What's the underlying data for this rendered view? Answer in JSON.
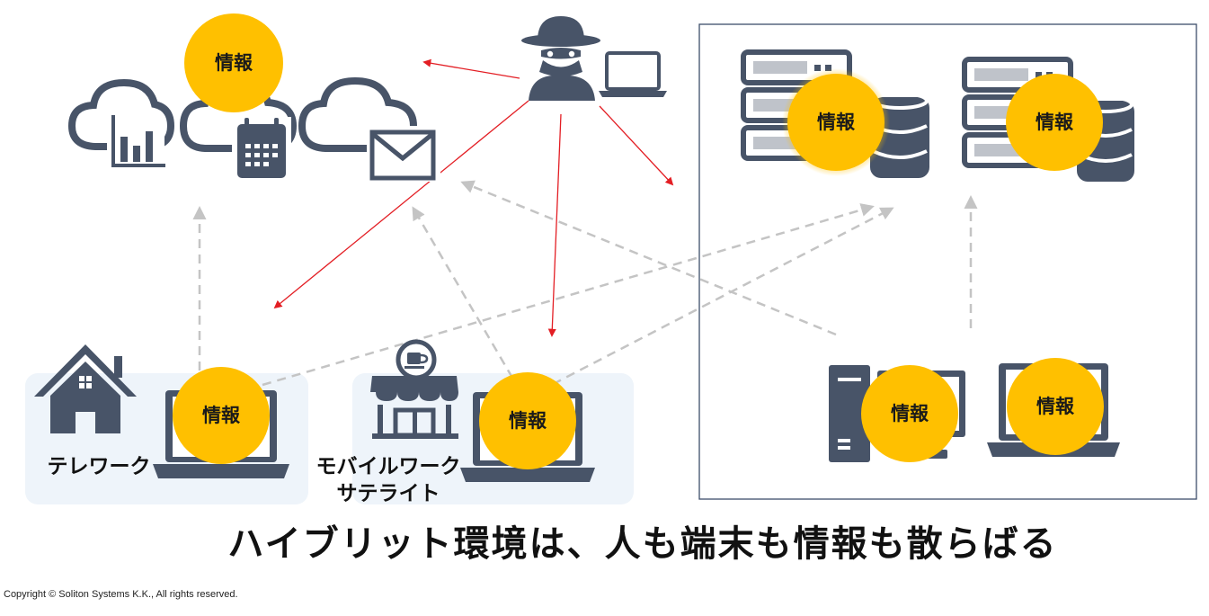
{
  "colors": {
    "icon": "#485468",
    "info_bubble": "#FFC000",
    "attack_arrow": "#E31E24",
    "data_flow": "#C4C4C4",
    "zone_fill": "#EEF4FA",
    "office_border": "#3D4E6B"
  },
  "info_label": "情報",
  "zones": {
    "telework": "テレワーク",
    "mobile_line1": "モバイルワーク",
    "mobile_line2": "サテライト"
  },
  "icons": {
    "attacker": "hacker-icon",
    "cloud_analytics": "cloud-chart-icon",
    "cloud_calendar": "cloud-calendar-icon",
    "cloud_mail": "cloud-mail-icon",
    "house": "house-icon",
    "cafe": "coffee-shop-icon",
    "server": "server-database-icon",
    "desktop": "desktop-pc-icon",
    "laptop": "laptop-icon"
  },
  "headline": "ハイブリット環境は、人も端末も情報も散らばる",
  "copyright": "Copyright © Soliton Systems K.K., All rights reserved."
}
